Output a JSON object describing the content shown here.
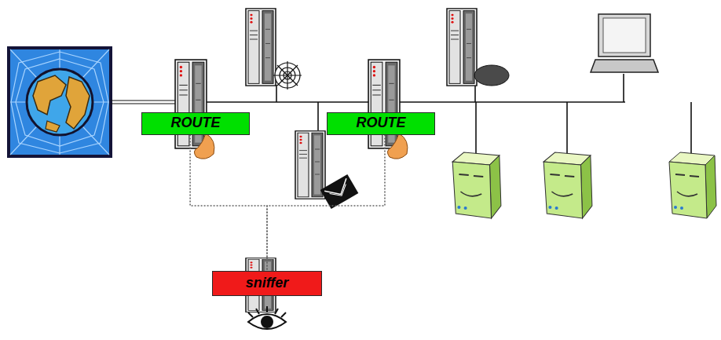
{
  "diagram": {
    "nodes": [
      {
        "text": [
          "ROUTE"
        ]
      },
      {
        "text": [
          "ROUTE"
        ]
      },
      {
        "text": [
          "sniffer"
        ]
      }
    ],
    "edges": [
      {
        "from": 0,
        "to": 2,
        "arrow": "none"
      },
      {
        "from": 1,
        "to": 2,
        "arrow": "none"
      }
    ]
  }
}
